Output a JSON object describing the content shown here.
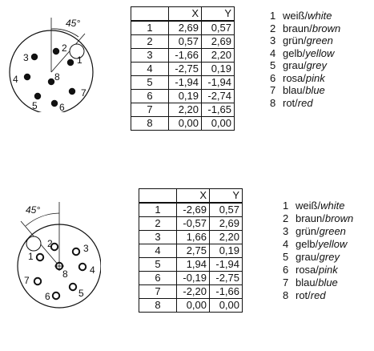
{
  "sections": [
    {
      "angle_label": "45°",
      "pin_labels": [
        "1",
        "2",
        "3",
        "4",
        "5",
        "6",
        "7",
        "8"
      ],
      "table": {
        "headers": [
          "",
          "X",
          "Y"
        ],
        "rows": [
          [
            "1",
            "2,69",
            "0,57"
          ],
          [
            "2",
            "0,57",
            "2,69"
          ],
          [
            "3",
            "-1,66",
            "2,20"
          ],
          [
            "4",
            "-2,75",
            "0,19"
          ],
          [
            "5",
            "-1,94",
            "-1,94"
          ],
          [
            "6",
            "0,19",
            "-2,74"
          ],
          [
            "7",
            "2,20",
            "-1,65"
          ],
          [
            "8",
            "0,00",
            "0,00"
          ]
        ]
      },
      "legend": [
        {
          "num": "1",
          "de": "weiß",
          "en": "white"
        },
        {
          "num": "2",
          "de": "braun",
          "en": "brown"
        },
        {
          "num": "3",
          "de": "grün",
          "en": "green"
        },
        {
          "num": "4",
          "de": "gelb",
          "en": "yellow"
        },
        {
          "num": "5",
          "de": "grau",
          "en": "grey"
        },
        {
          "num": "6",
          "de": "rosa",
          "en": "pink"
        },
        {
          "num": "7",
          "de": "blau",
          "en": "blue"
        },
        {
          "num": "8",
          "de": "rot",
          "en": "red"
        }
      ]
    },
    {
      "angle_label": "45°",
      "pin_labels": [
        "1",
        "2",
        "3",
        "4",
        "5",
        "6",
        "7",
        "8"
      ],
      "table": {
        "headers": [
          "",
          "X",
          "Y"
        ],
        "rows": [
          [
            "1",
            "-2,69",
            "0,57"
          ],
          [
            "2",
            "-0,57",
            "2,69"
          ],
          [
            "3",
            "1,66",
            "2,20"
          ],
          [
            "4",
            "2,75",
            "0,19"
          ],
          [
            "5",
            "1,94",
            "-1,94"
          ],
          [
            "6",
            "-0,19",
            "-2,75"
          ],
          [
            "7",
            "-2,20",
            "-1,66"
          ],
          [
            "8",
            "0,00",
            "0,00"
          ]
        ]
      },
      "legend": [
        {
          "num": "1",
          "de": "weiß",
          "en": "white"
        },
        {
          "num": "2",
          "de": "braun",
          "en": "brown"
        },
        {
          "num": "3",
          "de": "grün",
          "en": "green"
        },
        {
          "num": "4",
          "de": "gelb",
          "en": "yellow"
        },
        {
          "num": "5",
          "de": "grau",
          "en": "grey"
        },
        {
          "num": "6",
          "de": "rosa",
          "en": "pink"
        },
        {
          "num": "7",
          "de": "blau",
          "en": "blue"
        },
        {
          "num": "8",
          "de": "rot",
          "en": "red"
        }
      ]
    }
  ],
  "colors": {
    "line": "#111111",
    "background": "#ffffff"
  }
}
